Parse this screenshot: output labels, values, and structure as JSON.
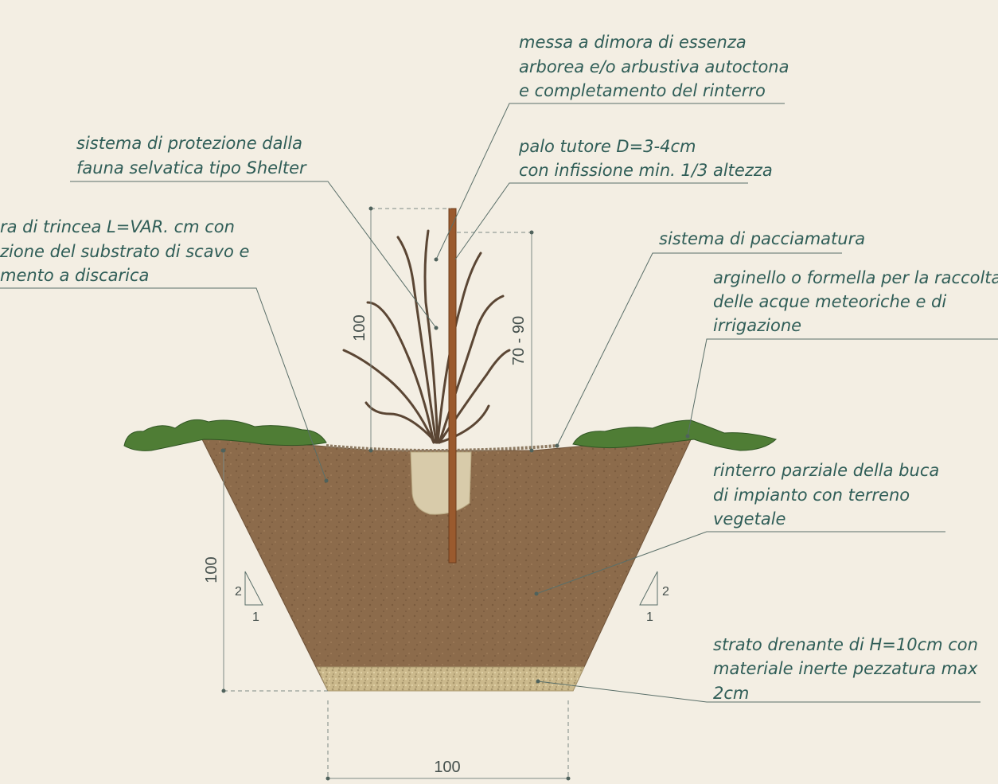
{
  "labels": {
    "messa_dimora": [
      "messa a dimora di essenza",
      "arborea e/o arbustiva autoctona",
      "e completamento del rinterro"
    ],
    "shelter": [
      "sistema di protezione dalla",
      "fauna selvatica tipo Shelter"
    ],
    "palo_tutore": [
      "palo tutore D=3-4cm",
      "con infissione min. 1/3 altezza"
    ],
    "trincea": [
      "ra di trincea L=VAR. cm con",
      "zione del substrato di scavo e",
      "mento a discarica"
    ],
    "pacciamatura": [
      "sistema di pacciamatura"
    ],
    "arginello": [
      "arginello o formella per la raccolta",
      "delle acque meteoriche e di",
      "irrigazione"
    ],
    "rinterro": [
      "rinterro parziale della buca",
      "di impianto con terreno",
      "vegetale"
    ],
    "strato_drenante": [
      "strato drenante di H=10cm con",
      "materiale inerte pezzatura max",
      "2cm"
    ]
  },
  "dimensions": {
    "plant_height": "100",
    "stake_height": "70 - 90",
    "trench_depth": "100",
    "trench_base": "100",
    "slope_left_rise": "2",
    "slope_left_run": "1",
    "slope_right_rise": "2",
    "slope_right_run": "1"
  },
  "colors": {
    "background": "#f3eee3",
    "label_text": "#2f5d57",
    "soil": "#8a6a4a",
    "gravel": "#c9b789",
    "grass": "#4d7a34",
    "stake": "#9a5a2e",
    "branches": "#5b4634",
    "root_ball": "#d6c9a8"
  }
}
